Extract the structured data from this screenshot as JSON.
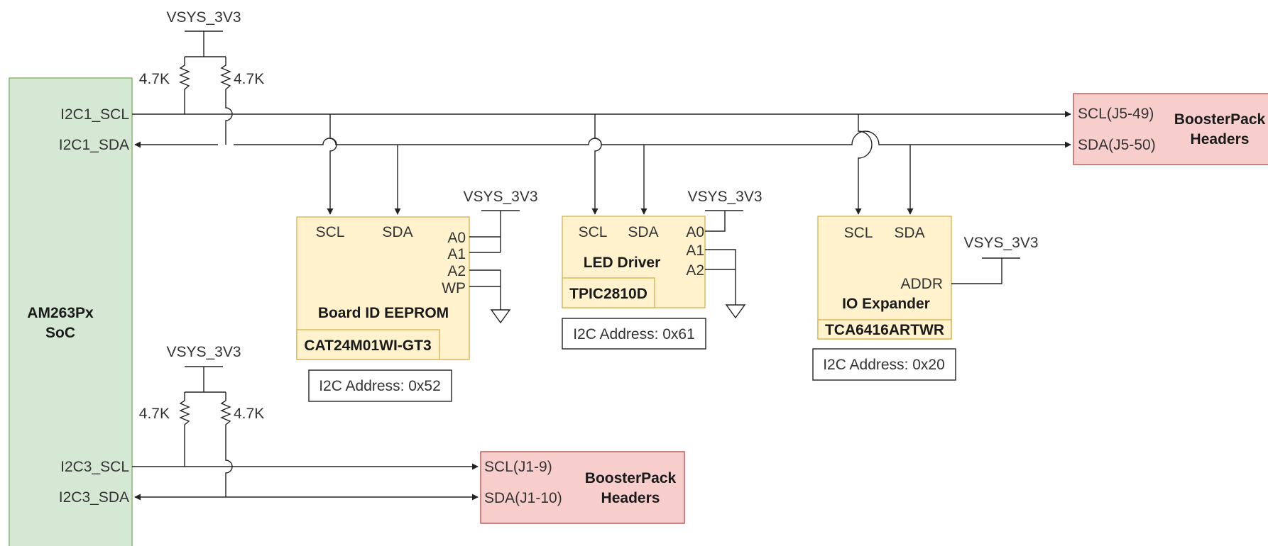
{
  "power": {
    "rail": "VSYS_3V3"
  },
  "resistors": {
    "value": "4.7K"
  },
  "soc": {
    "line1": "AM263Px",
    "line2": "SoC"
  },
  "signals": {
    "i2c1_scl": "I2C1_SCL",
    "i2c1_sda": "I2C1_SDA",
    "i2c3_scl": "I2C3_SCL",
    "i2c3_sda": "I2C3_SDA"
  },
  "pins": {
    "scl": "SCL",
    "sda": "SDA",
    "a0": "A0",
    "a1": "A1",
    "a2": "A2",
    "wp": "WP",
    "addr": "ADDR"
  },
  "booster_j5": {
    "line1": "BoosterPack",
    "line2": "Headers",
    "scl": "SCL(J5-49)",
    "sda": "SDA(J5-50)"
  },
  "booster_j1": {
    "line1": "BoosterPack",
    "line2": "Headers",
    "scl": "SCL(J1-9)",
    "sda": "SDA(J1-10)"
  },
  "eeprom": {
    "name": "Board ID EEPROM",
    "part": "CAT24M01WI-GT3",
    "address": "I2C Address: 0x52"
  },
  "led": {
    "name": "LED Driver",
    "part": "TPIC2810D",
    "address": "I2C Address: 0x61"
  },
  "ioexp": {
    "name": "IO Expander",
    "part": "TCA6416ARTWR",
    "address": "I2C Address: 0x20"
  },
  "colors": {
    "soc_fill": "#d5e8d4",
    "soc_stroke": "#82b366",
    "chip_fill": "#fff2cc",
    "chip_stroke": "#d6b656",
    "booster_fill": "#f8cecc",
    "booster_stroke": "#b85450"
  }
}
